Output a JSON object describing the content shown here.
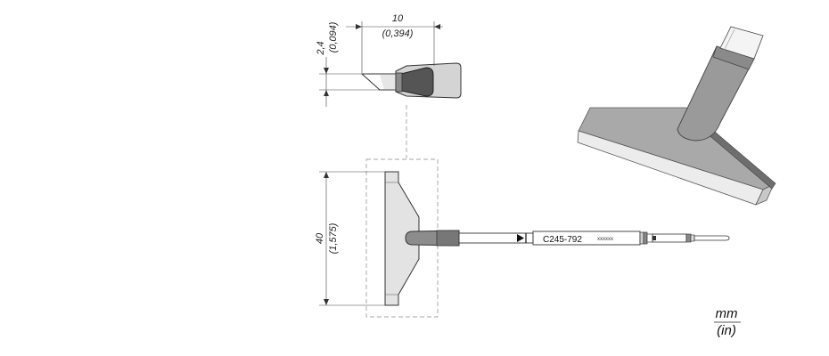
{
  "dimensions": {
    "thickness": {
      "mm": "2,4",
      "in": "(0,094)"
    },
    "length": {
      "mm": "10",
      "in": "(0,394)"
    },
    "width": {
      "mm": "40",
      "in": "(1,575)"
    }
  },
  "cartridge": {
    "code": "C245-792",
    "serial": "xxxxxx"
  },
  "units": {
    "primary": "mm",
    "secondary": "(in)"
  }
}
